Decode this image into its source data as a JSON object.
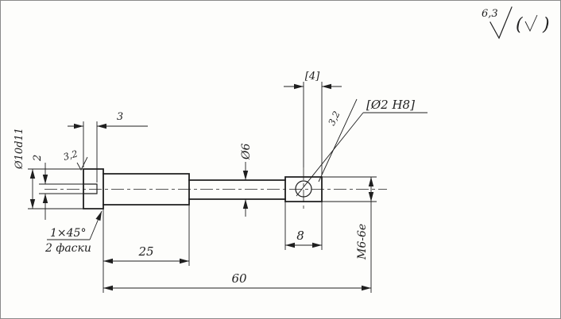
{
  "colors": {
    "ink": "#1f1f1f",
    "paper": "#fdfdfb"
  },
  "roughness_note": {
    "value": "6,3",
    "paren_open": "(",
    "paren_close": ")"
  },
  "dims": {
    "head_diameter": "Ø10d11",
    "slot_width": "2",
    "slot_depth": "3",
    "head_roughness": "3,2",
    "shaft_diameter": "Ø6",
    "hole_offset": "[4]",
    "hole_roughness": "3,2",
    "hole_callout": "[Ø2 H8]",
    "chamfer": "1×45°",
    "chamfer_count": "2 фаски",
    "section_length": "25",
    "thread_length": "8",
    "total_length": "60",
    "thread_spec": "M6-6e"
  }
}
